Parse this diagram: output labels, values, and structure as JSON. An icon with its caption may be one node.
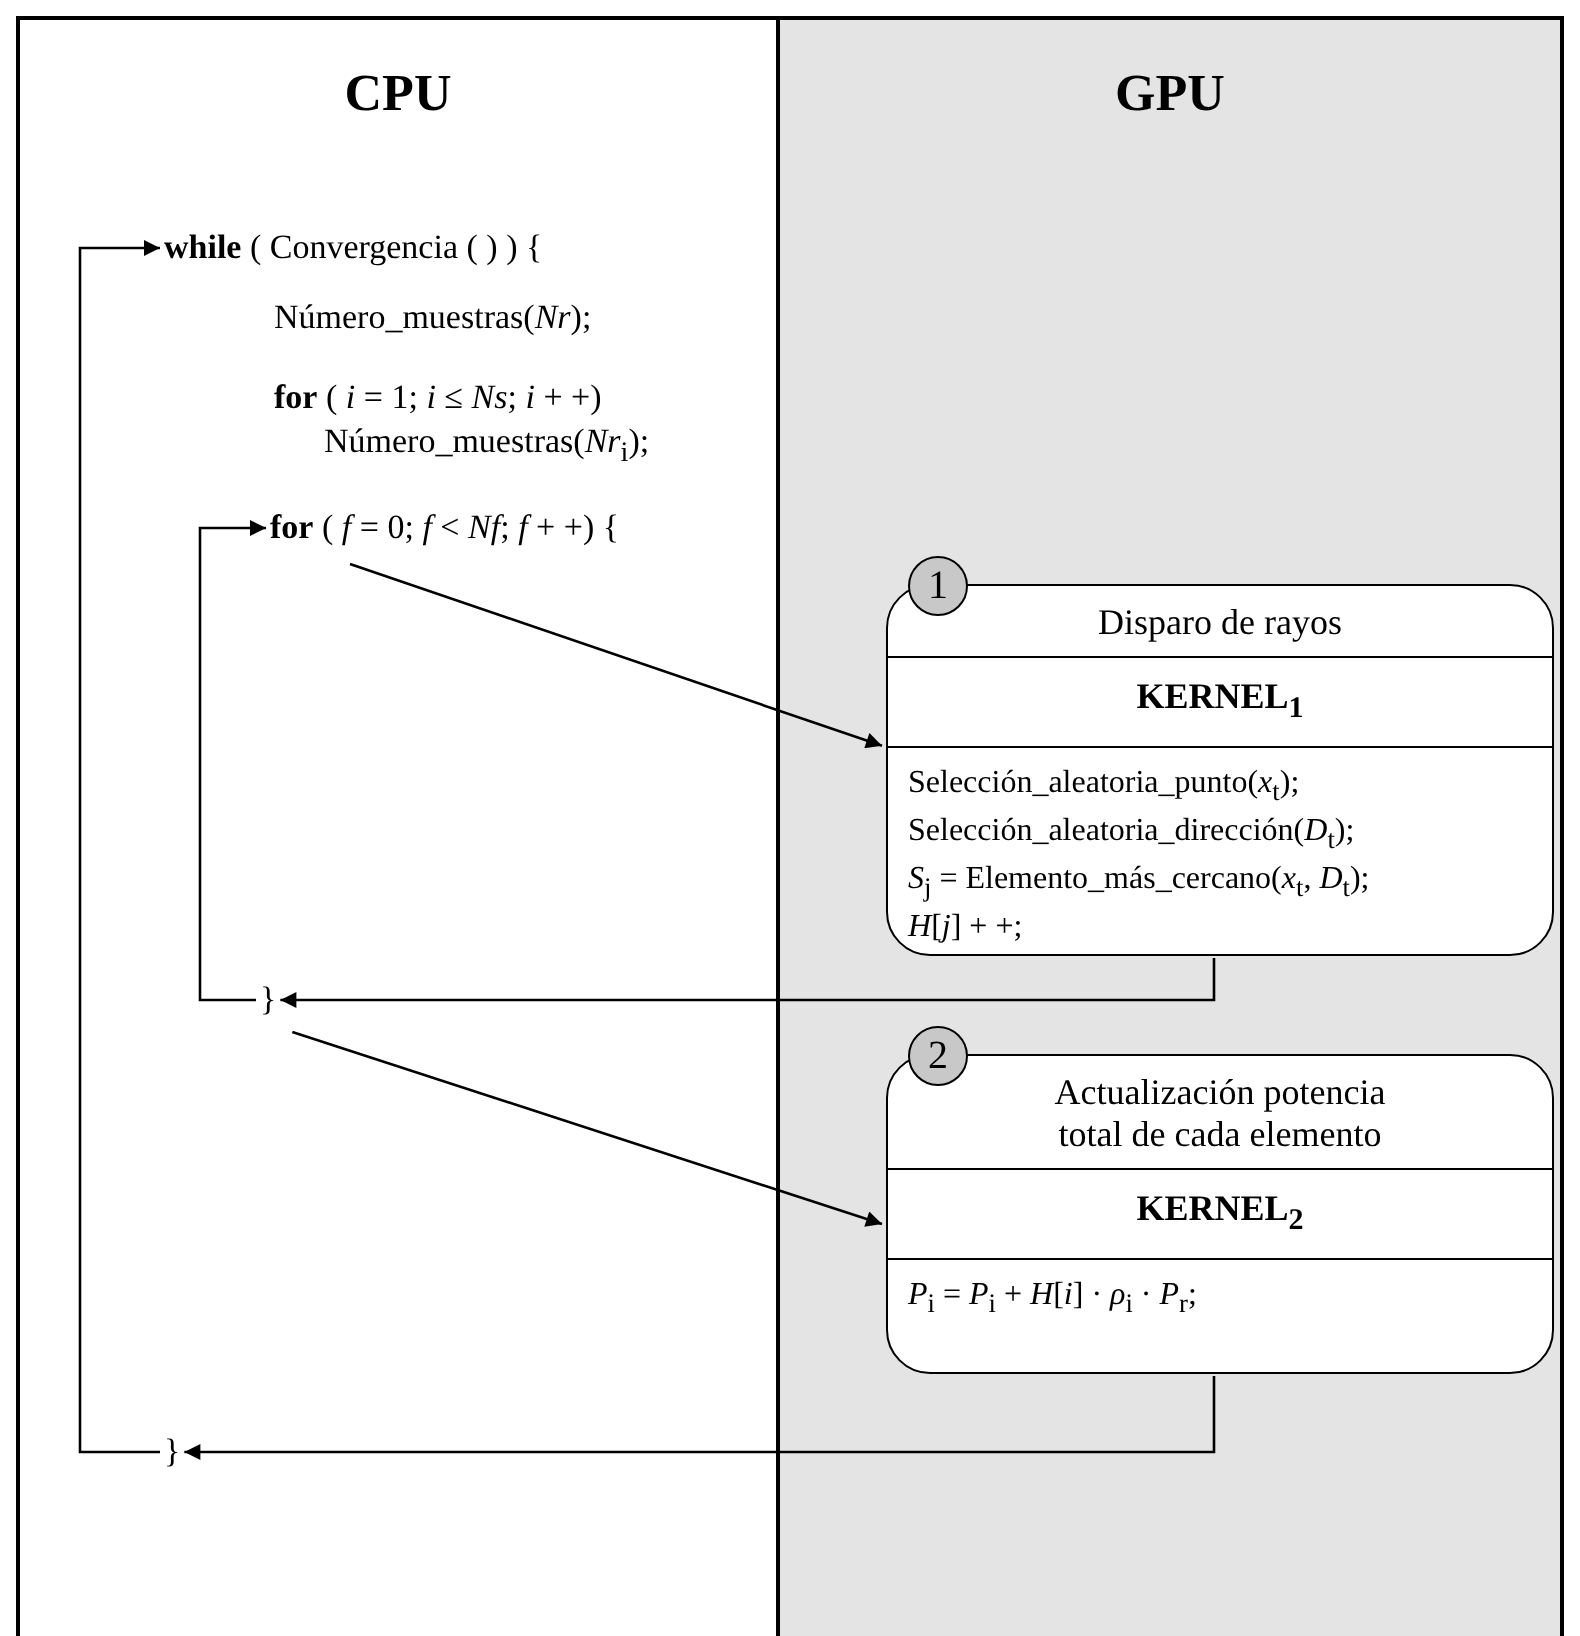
{
  "diagram": {
    "nodes": [
      {
        "text": [
          "CPU"
        ]
      },
      {
        "text": [
          "GPU"
        ]
      },
      {
        "text": [
          "**while** ( Convergencia ( ) ) {"
        ],
        "in": 0
      },
      {
        "text": [
          "**for** ( *f* = 0; *f* < *Nf*; *f* + +) {"
        ],
        "in": 0
      },
      {
        "text": [
          "}"
        ],
        "in": 0
      },
      {
        "text": [
          "}"
        ],
        "in": 0
      },
      {
        "text": [
          "1",
          "Disparo de rayos",
          "KERNEL$_{1}$",
          "Selección_aleatoria_punto(*x*$_{t}$);",
          "Selección_aleatoria_dirección(*D*$_{t}$);",
          "*S*$_{j}$ = Elemento_más_cercano(*x*$_{t}$, *D*$_{t}$);",
          "*H*[*j*] + +;"
        ],
        "in": 1
      },
      {
        "text": [
          "2",
          "Actualización potencia total de cada elemento",
          "KERNEL$_{2}$",
          "*P*$_{i}$ = *P*$_{i}$ + *H*[*i*] · *ρ*$_{i}$ · *P*$_{r}$;"
        ],
        "in": 1
      }
    ],
    "edges": [
      {
        "from": 5,
        "to": 2,
        "arrow": "to"
      },
      {
        "from": 4,
        "to": 3,
        "arrow": "to"
      },
      {
        "from": 3,
        "to": 6,
        "arrow": "to"
      },
      {
        "from": 6,
        "to": 4,
        "arrow": "to"
      },
      {
        "from": 4,
        "to": 7,
        "arrow": "to"
      },
      {
        "from": 7,
        "to": 5,
        "arrow": "to"
      }
    ],
    "labels": [
      "Número_muestras(*Nr*);",
      "**for** ( *i* = 1; *i* ≤ *Ns*; *i* + +)",
      "Número_muestras(*Nr*$_{i}$);"
    ]
  }
}
